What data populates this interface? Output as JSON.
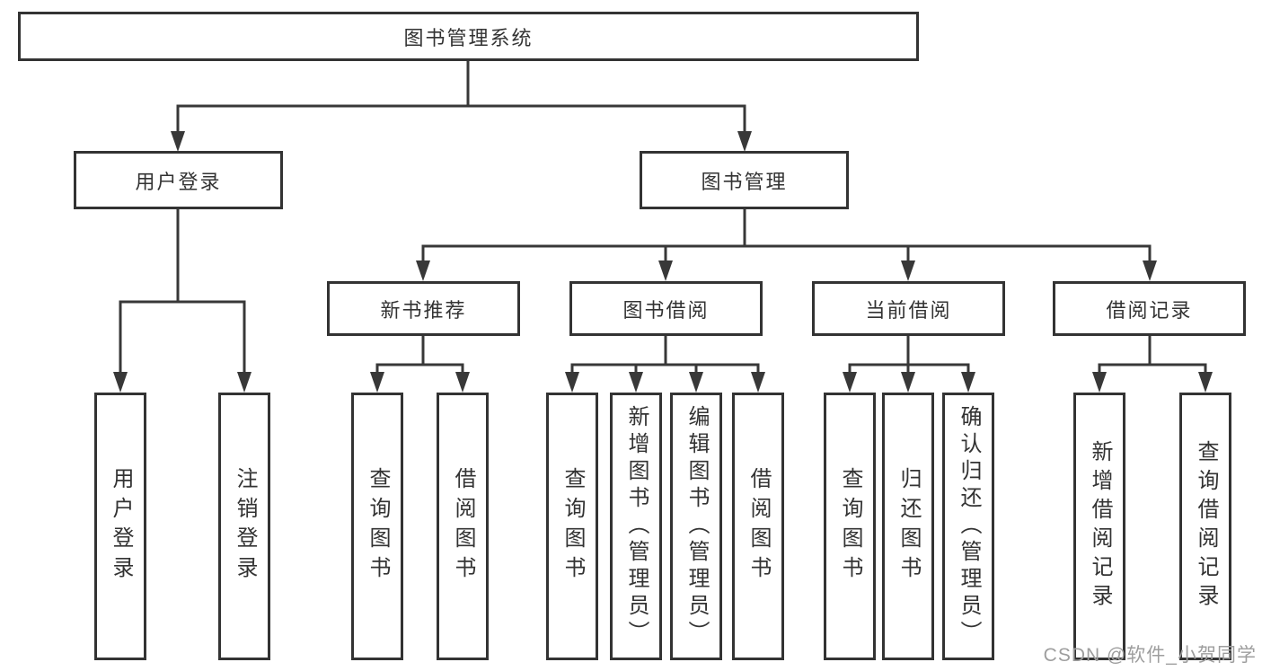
{
  "nodes": {
    "root": "图书管理系统",
    "level2": [
      "用户登录",
      "图书管理"
    ],
    "level3": [
      "新书推荐",
      "图书借阅",
      "当前借阅",
      "借阅记录"
    ],
    "user_leaves": [
      "用户登录",
      "注销登录"
    ],
    "newbook_leaves": [
      "查询图书",
      "借阅图书"
    ],
    "borrow_leaves": [
      "查询图书",
      "新增图书（管理员）",
      "编辑图书（管理员）",
      "借阅图书"
    ],
    "current_leaves": [
      "查询图书",
      "归还图书",
      "确认归还（管理员）"
    ],
    "record_leaves": [
      "新增借阅记录",
      "查询借阅记录"
    ]
  },
  "watermark": "CSDN @软件_小贺同学",
  "colors": {
    "line": "#383838",
    "box_border": "#333333",
    "text": "#333333",
    "watermark": "#9e9e9e",
    "background": "#ffffff"
  }
}
